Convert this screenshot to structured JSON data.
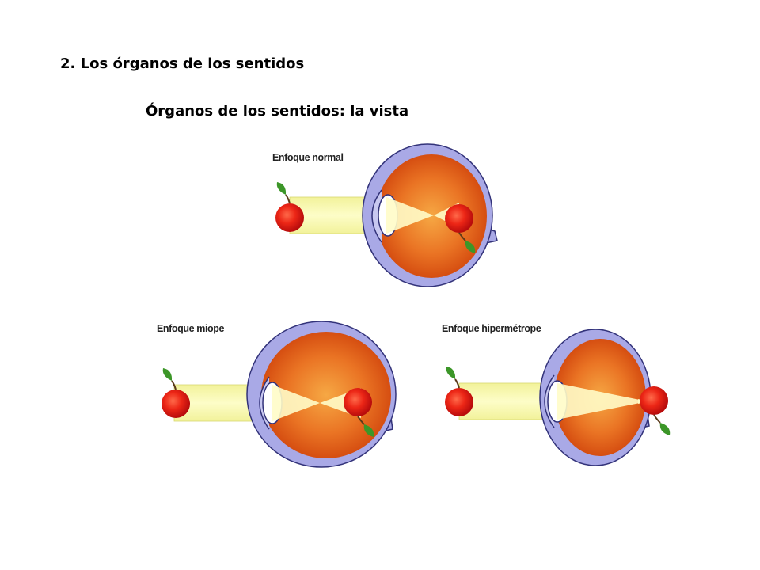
{
  "slide": {
    "section_title": "2. Los órganos de los sentidos",
    "subtitle": "Órganos de los sentidos: la vista"
  },
  "diagrams": [
    {
      "id": "normal",
      "label": "Enfoque normal",
      "image_position": "on-retina"
    },
    {
      "id": "miope",
      "label": "Enfoque miope",
      "image_position": "in-front-of-retina"
    },
    {
      "id": "hipermetrope",
      "label": "Enfoque hipermétrope",
      "image_position": "behind-retina"
    }
  ],
  "colors": {
    "sclera": "#a9a9e6",
    "sclera_outline": "#33337a",
    "eyeball": "#e05a14",
    "eyeball_light": "#f4a040",
    "light_beam": "#fafaa6",
    "light_cone": "#fffcc8",
    "apple": "#e81818",
    "leaf": "#3c9628"
  }
}
